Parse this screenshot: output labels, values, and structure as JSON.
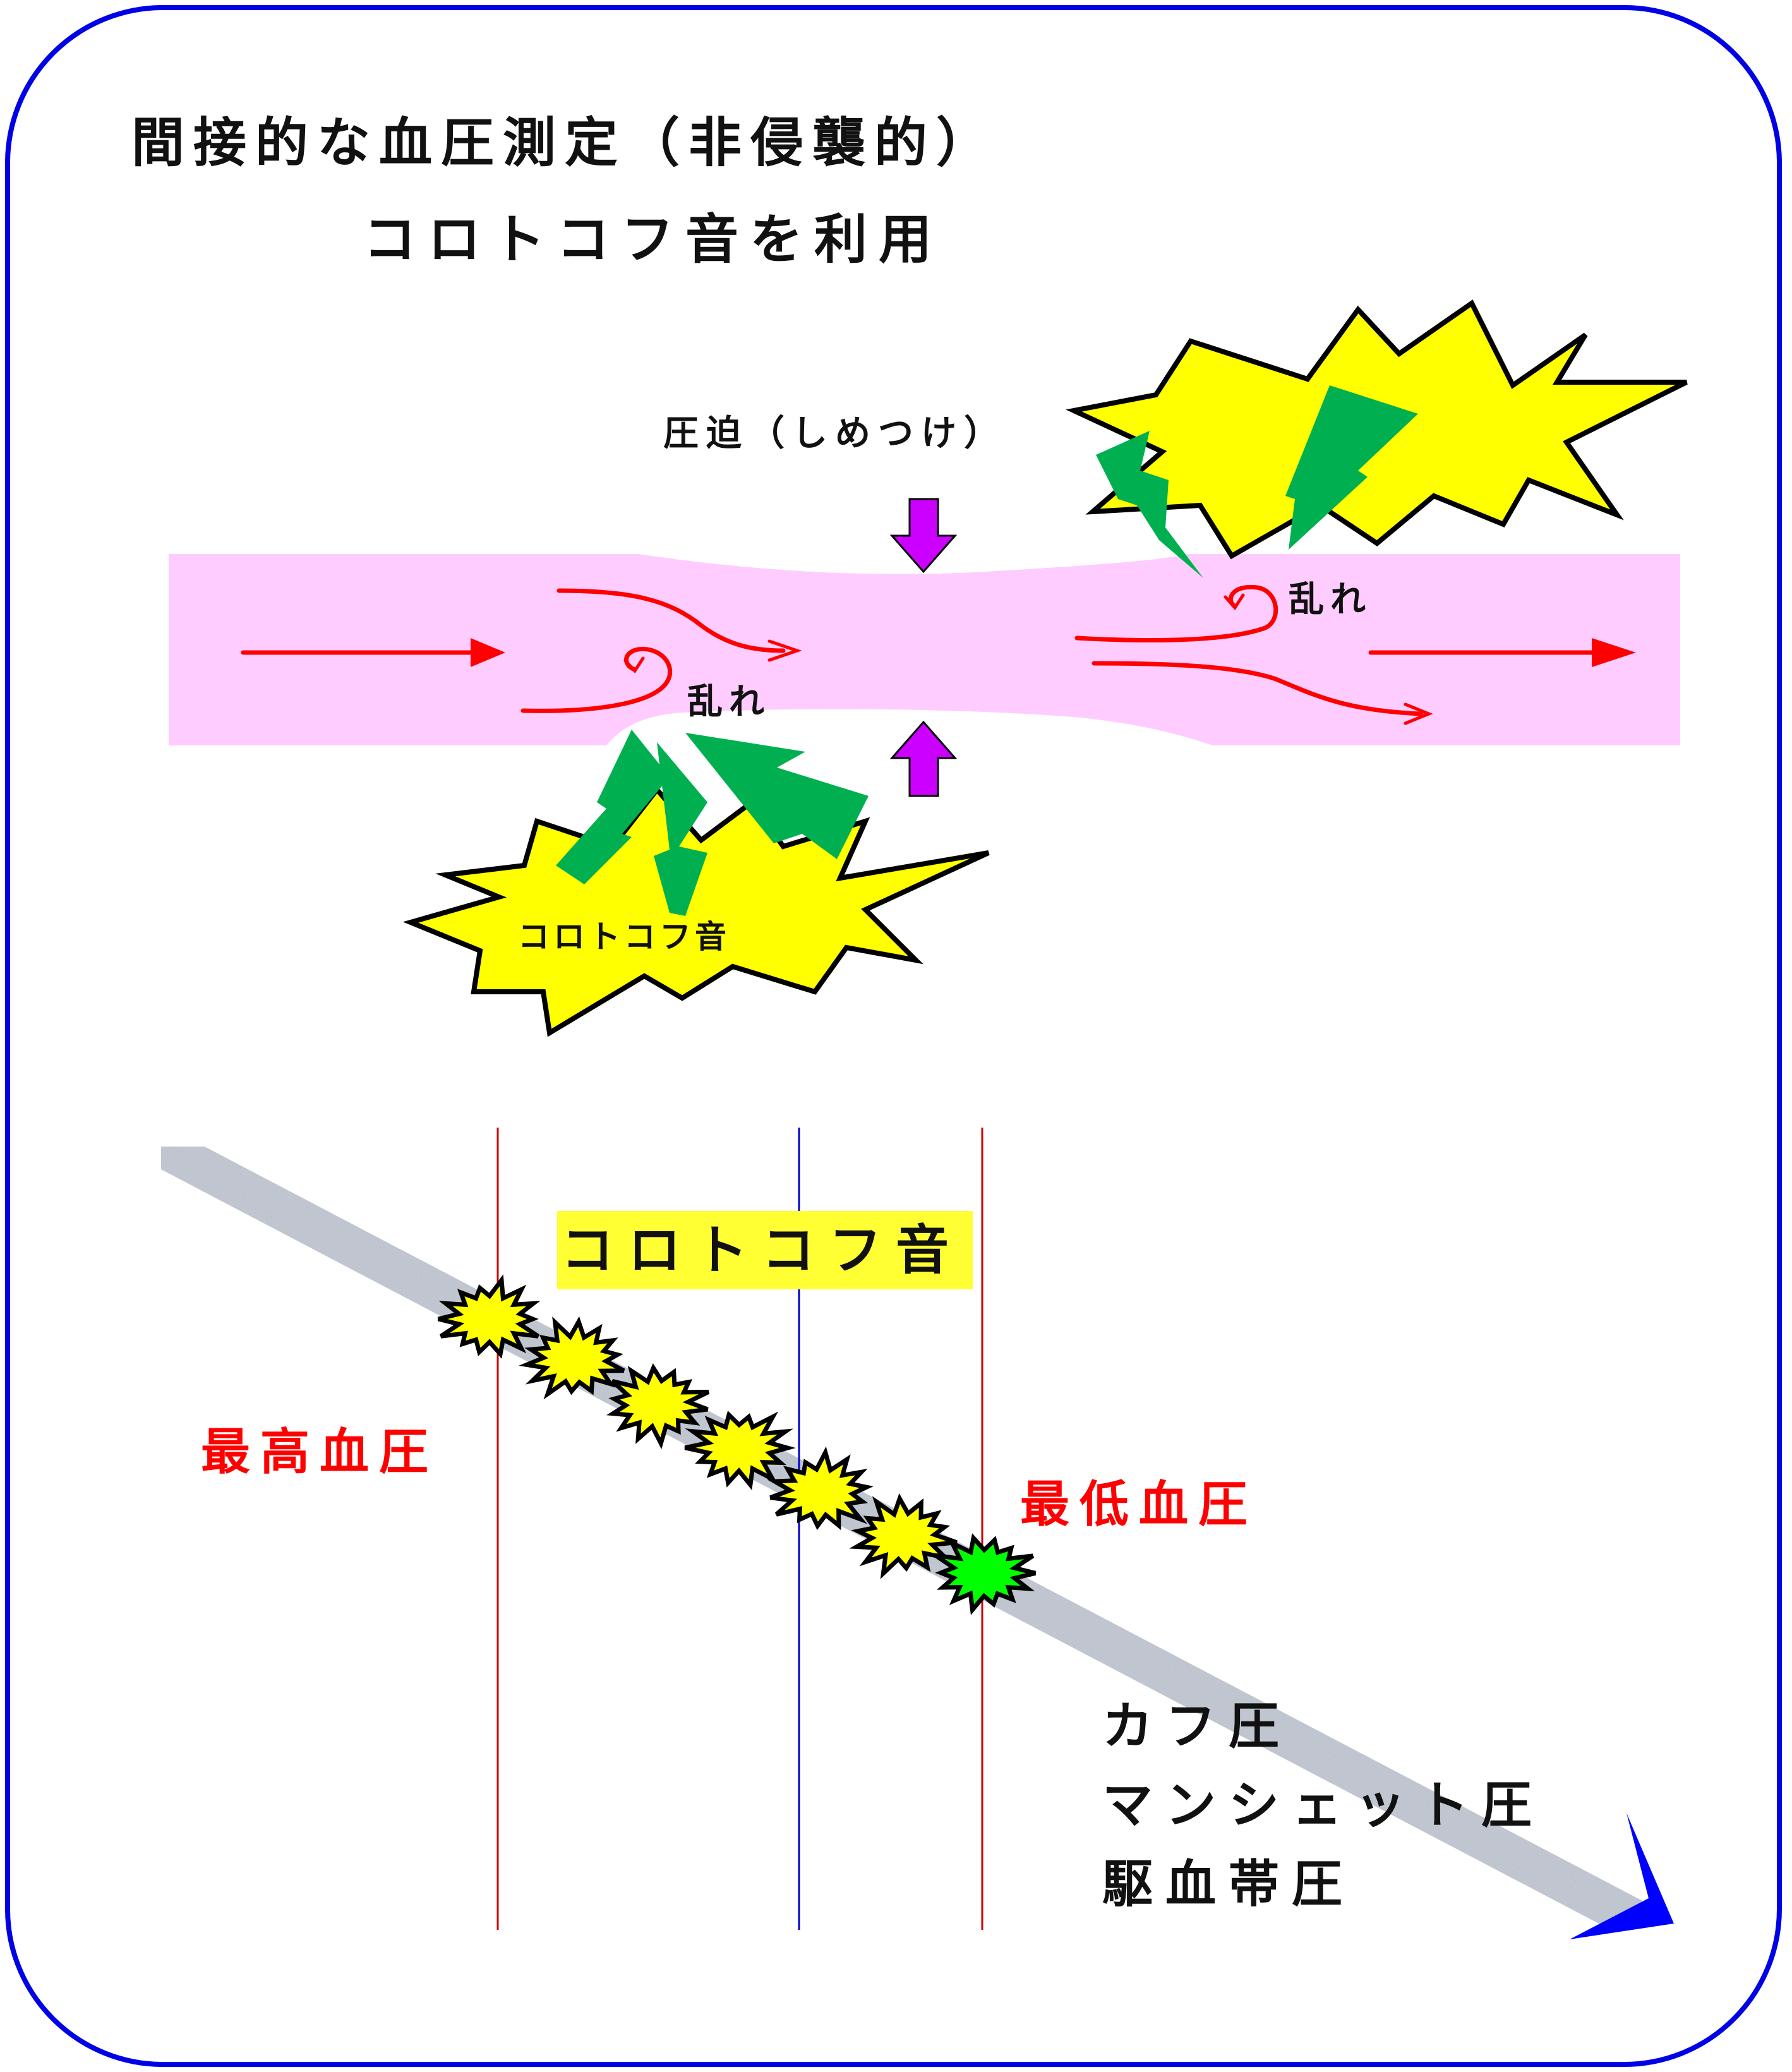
{
  "title": {
    "line1": "間接的な血圧測定（非侵襲的）",
    "line2": "コロトコフ音を利用"
  },
  "vessel_diagram": {
    "compression_label": "圧迫（しめつけ）",
    "turbulence_label": "乱れ",
    "sound_label": "コロトコフ音"
  },
  "pressure_diagram": {
    "sound_banner": "コロトコフ音",
    "systolic_label": "最高血圧",
    "diastolic_label": "最低血圧",
    "axis_labels": [
      "カフ圧",
      "マンシェット圧",
      "駆血帯圧"
    ]
  },
  "colors": {
    "frame": "#0000e6",
    "vessel": "#ffccff",
    "flow_arrow": "#ff0000",
    "compression_arrow": "#cc00ff",
    "burst": "#ffff00",
    "bolt": "#00b050",
    "last_burst": "#00ff00",
    "systolic_line": "#cc0000",
    "mid_line": "#0000cc",
    "pressure_bar": "#c8ced8",
    "axis_arrow": "#0000ff"
  }
}
